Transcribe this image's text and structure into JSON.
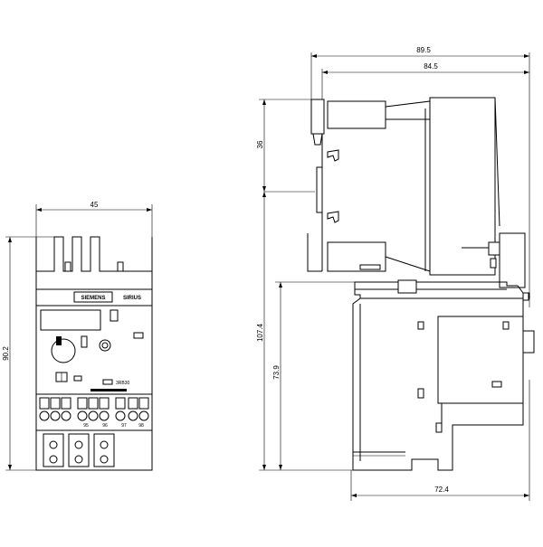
{
  "front_view": {
    "dim_width": "45",
    "dim_height": "90.2",
    "brand": "SIEMENS",
    "series": "SIRIUS",
    "model": "3RB30",
    "terminals": [
      "95",
      "96",
      "97",
      "98"
    ]
  },
  "side_view": {
    "dim_top_total": "89.5",
    "dim_top_inner": "84.5",
    "dim_left_upper": "36",
    "dim_left_full": "107.4",
    "dim_left_lower": "73.9",
    "dim_bottom": "72.4"
  }
}
